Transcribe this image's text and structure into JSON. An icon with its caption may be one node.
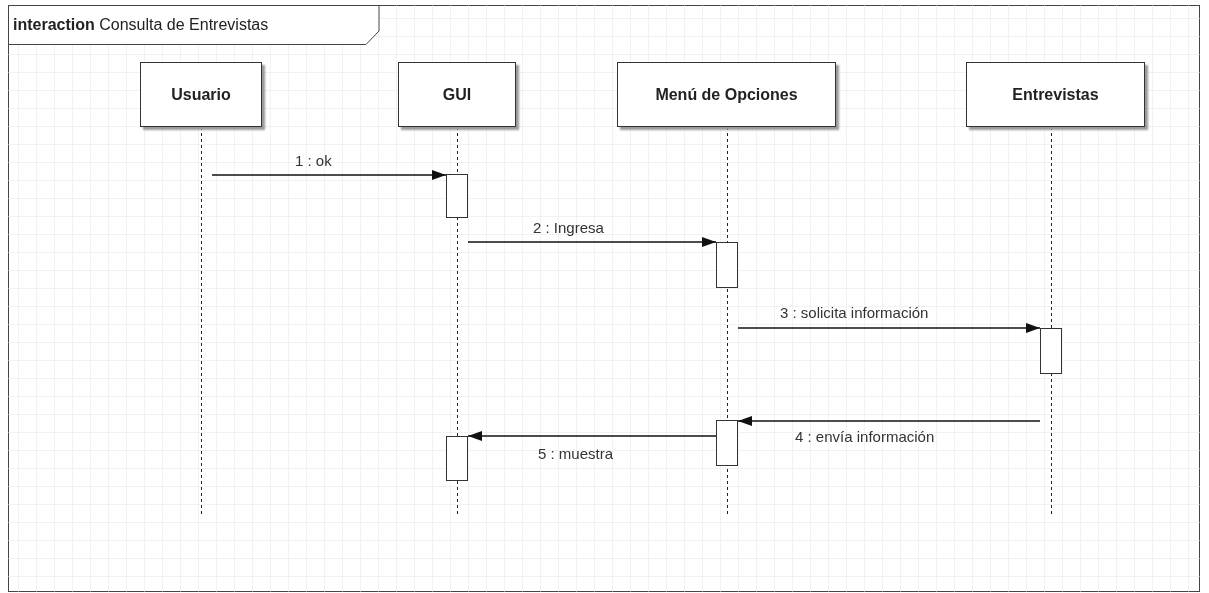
{
  "diagram": {
    "nodes": [
      {
        "text": [
          "**interaction** Consulta de Entrevistas"
        ]
      },
      {
        "text": [
          "Usuario"
        ],
        "in": 0
      },
      {
        "text": [
          "GUI"
        ],
        "in": 0
      },
      {
        "text": [
          "Menú de Opciones"
        ],
        "in": 0
      },
      {
        "text": [
          "Entrevistas"
        ],
        "in": 0
      },
      {
        "text": [],
        "shape": "line",
        "in": 0
      },
      {
        "text": [],
        "shape": "line",
        "in": 0
      },
      {
        "text": [],
        "shape": "line",
        "in": 0
      },
      {
        "text": [],
        "shape": "line",
        "in": 0
      },
      {
        "text": [],
        "shape": "bar",
        "in": 6
      },
      {
        "text": [],
        "shape": "bar",
        "in": 7
      },
      {
        "text": [],
        "shape": "bar",
        "in": 8
      },
      {
        "text": [],
        "shape": "bar",
        "in": 7
      },
      {
        "text": [],
        "shape": "bar",
        "in": 6
      }
    ],
    "edges": [
      {
        "from": 5,
        "to": 9,
        "arrow": "to",
        "label": "1 : ok"
      },
      {
        "from": 6,
        "to": 10,
        "arrow": "to",
        "label": "2 : Ingresa"
      },
      {
        "from": 7,
        "to": 11,
        "arrow": "to",
        "label": "3 : solicita información"
      },
      {
        "from": 8,
        "to": 12,
        "arrow": "to",
        "label": "4 : envía información"
      },
      {
        "from": 12,
        "to": 13,
        "arrow": "to",
        "label": "5 : muestra"
      }
    ]
  }
}
